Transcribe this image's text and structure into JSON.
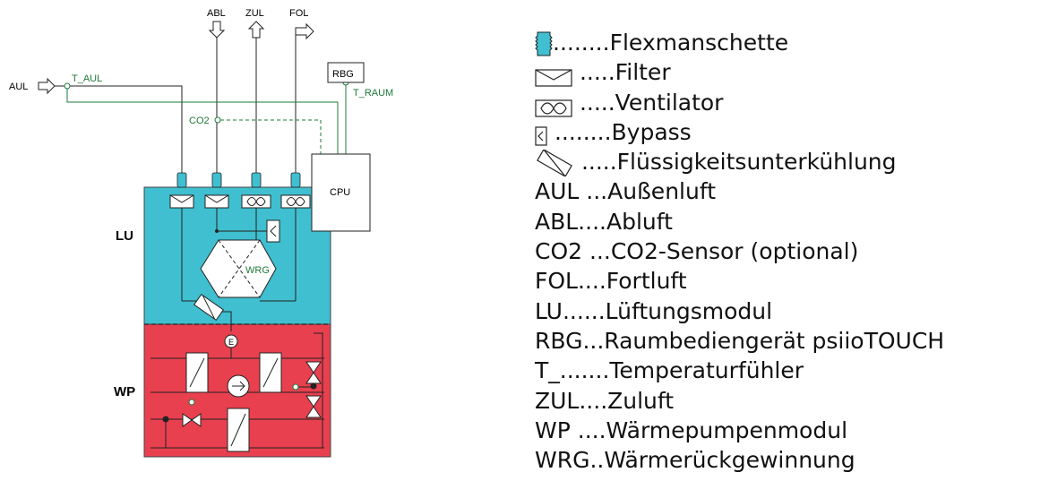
{
  "diagram": {
    "labels": {
      "aul": "AUL",
      "t_aul": "T_AUL",
      "abl": "ABL",
      "zul": "ZUL",
      "fol": "FOL",
      "rbg": "RBG",
      "t_raum": "T_RAUM",
      "co2": "CO2",
      "cpu": "CPU",
      "lu": "LU",
      "wp": "WP",
      "wrg": "WRG",
      "e": "E"
    },
    "colors": {
      "lu_module": "#3fbfcf",
      "wp_module": "#e8404f",
      "sensor_line": "#1e7a3a",
      "flex_sleeve": "#3fbfcf"
    }
  },
  "legend": {
    "items": [
      {
        "symbol": "flex-sleeve-icon",
        "text": "........Flexmanschette"
      },
      {
        "symbol": "filter-icon",
        "text": " .....Filter"
      },
      {
        "symbol": "fan-icon",
        "text": " .....Ventilator"
      },
      {
        "symbol": "bypass-icon",
        "text": " ........Bypass"
      },
      {
        "symbol": "liquid-subcooling-icon",
        "text": " .....Flüssigkeitsunterkühlung"
      },
      {
        "symbol": "",
        "text": "AUL ...Außenluft"
      },
      {
        "symbol": "",
        "text": "ABL....Abluft"
      },
      {
        "symbol": "",
        "text": "CO2 ...CO2-Sensor (optional)"
      },
      {
        "symbol": "",
        "text": "FOL....Fortluft"
      },
      {
        "symbol": "",
        "text": "LU......Lüftungsmodul"
      },
      {
        "symbol": "",
        "text": "RBG...Raumbediengerät psiioTOUCH"
      },
      {
        "symbol": "",
        "text": "T_.......Temperaturfühler"
      },
      {
        "symbol": "",
        "text": "ZUL....Zuluft"
      },
      {
        "symbol": "",
        "text": "WP ....Wärmepumpenmodul"
      },
      {
        "symbol": "",
        "text": "WRG..Wärmerückgewinnung"
      }
    ]
  }
}
